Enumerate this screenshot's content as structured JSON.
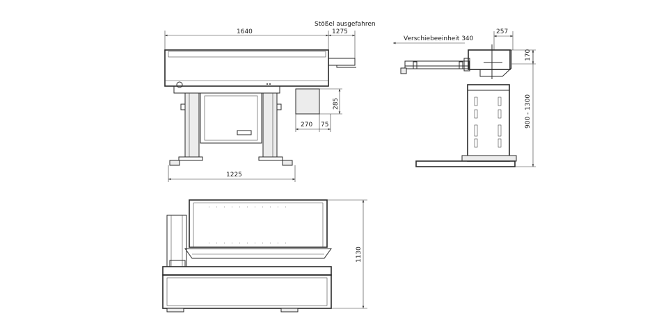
{
  "labels": {
    "ram_extended": "Stößel ausgefahren",
    "slide_unit": "Verschiebeeinheit 340"
  },
  "dimensions": {
    "d1640": "1640",
    "d1275": "1275",
    "d285": "285",
    "d270": "270",
    "d75": "75",
    "d1225": "1225",
    "d257": "257",
    "d170": "170",
    "d900_1300": "900 - 1300",
    "d1130": "1130"
  }
}
